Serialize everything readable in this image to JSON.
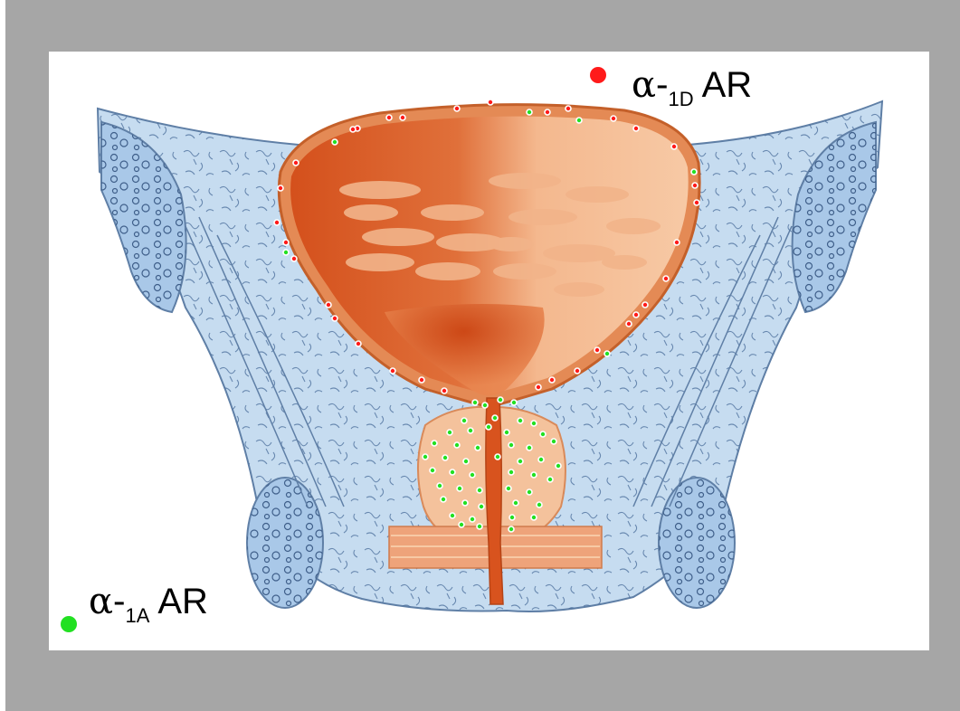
{
  "legend": {
    "alpha1d": {
      "symbol": "α-",
      "subscript": "1D",
      "suffix": " AR",
      "color": "#ff1a1a"
    },
    "alpha1a": {
      "symbol": "α-",
      "subscript": "1A",
      "suffix": " AR",
      "color": "#22e022"
    }
  },
  "colors": {
    "tissue_blue": "#c6dcf0",
    "tissue_outline": "#5f7fa6",
    "bladder_dark": "#d8531e",
    "bladder_light": "#f6c39c",
    "prostate": "#f4c29c",
    "sphincter": "#eea37a"
  }
}
